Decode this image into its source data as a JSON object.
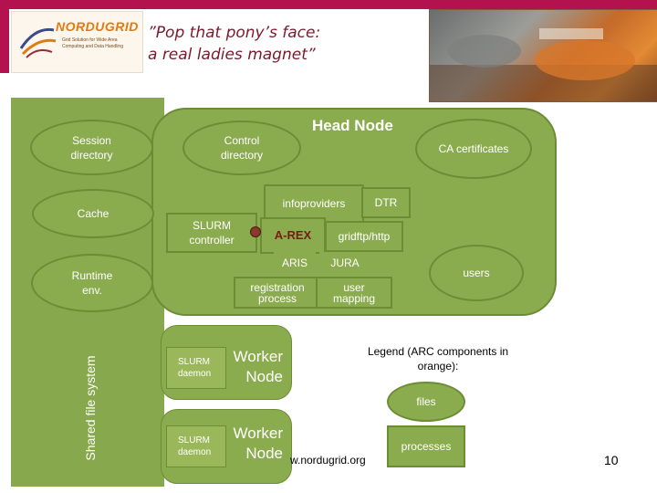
{
  "header": {
    "logo_name": "NORDUGRID",
    "logo_tagline_1": "Grid Solution for Wide Area",
    "logo_tagline_2": "Computing and Data Handling",
    "quote_line_1": "”Pop that pony’s face:",
    "quote_line_2": "a real ladies magnet”"
  },
  "diagram": {
    "shared_fs_label": "Shared file system",
    "head_node_title": "Head Node",
    "session_directory": "Session directory",
    "cache": "Cache",
    "runtime_env": "Runtime env.",
    "control_directory": "Control directory",
    "ca_certificates": "CA certificates",
    "infoproviders": "infoproviders",
    "dtr": "DTR",
    "slurm_controller": "SLURM controller",
    "arex": "A-REX",
    "gridftp": "gridftp/http",
    "aris": "ARIS",
    "jura": "JURA",
    "users": "users",
    "registration_process": "registration process",
    "user_mapping": "user mapping",
    "worker_1_daemon": "SLURM daemon",
    "worker_1_label": "Worker Node",
    "worker_2_daemon": "SLURM daemon",
    "worker_2_label": "Worker Node"
  },
  "legend": {
    "title": "Legend (ARC components in orange):",
    "files": "files",
    "processes": "processes"
  },
  "footer": {
    "url": "w.nordugrid.org",
    "page_number": "10"
  },
  "colors": {
    "node_green": "#8bac4e",
    "border_green": "#6b8d34",
    "arc_component": "#7a1a10",
    "accent_magenta": "#b4124e"
  }
}
